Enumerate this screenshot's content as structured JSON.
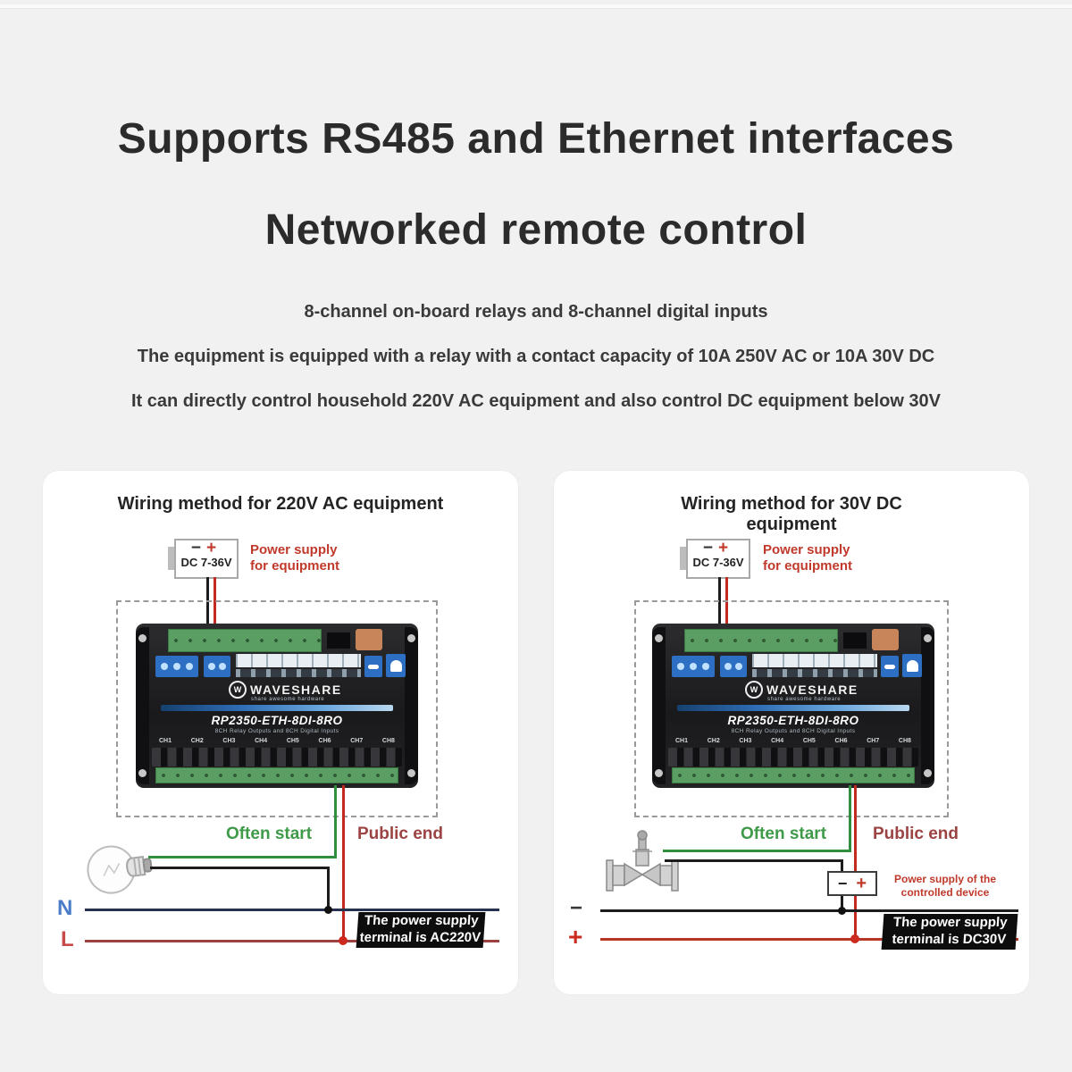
{
  "page": {
    "title1": "Supports RS485 and Ethernet interfaces",
    "title2": "Networked remote control",
    "subtitles": [
      "8-channel on-board relays and 8-channel digital inputs",
      "The equipment is equipped with a relay with a contact capacity of 10A 250V AC or 10A 30V DC",
      "It can directly control household 220V AC equipment and also control DC equipment below 30V"
    ]
  },
  "colors": {
    "background": "#f1f1f2",
    "card": "#ffffff",
    "heading": "#2b2b2b",
    "accent_red": "#c0392b",
    "wire_green": "#2f8f3e",
    "wire_red": "#c22a20",
    "wire_black": "#1c1c1c",
    "line_n_blue": "#26324f",
    "line_l_red": "#9c4040",
    "label_green": "#3f9a49",
    "label_dark_red": "#9c4343",
    "note_bg": "#0d0d0d",
    "device_body": "#1a1a1c",
    "terminal_green": "#5b9e63",
    "component_blue": "#2d6fc2",
    "component_orange": "#c8855a"
  },
  "device": {
    "brand": "WAVESHARE",
    "logo_letter": "W",
    "tagline": "share awesome hardware",
    "model": "RP2350-ETH-8DI-8RO",
    "subtitle": "8CH Relay Outputs and 8CH Digital Inputs",
    "channels": [
      "CH1",
      "CH2",
      "CH3",
      "CH4",
      "CH5",
      "CH6",
      "CH7",
      "CH8"
    ]
  },
  "panel_ac": {
    "title": "Wiring method for 220V AC equipment",
    "psu": {
      "minus": "−",
      "plus": "+",
      "voltage": "DC 7-36V",
      "label_line1": "Power supply",
      "label_line2": "for equipment"
    },
    "often_start": "Often start",
    "public_end": "Public end",
    "line1_label": "N",
    "line2_label": "L",
    "note_line1": "The power supply",
    "note_line2": "terminal is AC220V"
  },
  "panel_dc": {
    "title_line1": "Wiring method for 30V DC",
    "title_line2": "equipment",
    "psu": {
      "minus": "−",
      "plus": "+",
      "voltage": "DC 7-36V",
      "label_line1": "Power supply",
      "label_line2": "for equipment"
    },
    "often_start": "Often start",
    "public_end": "Public end",
    "line1_label": "−",
    "line2_label": "+",
    "load_psu": {
      "minus": "−",
      "plus": "+",
      "label_line1": "Power supply of the",
      "label_line2": "controlled device"
    },
    "note_line1": "The power supply",
    "note_line2": "terminal is DC30V"
  }
}
